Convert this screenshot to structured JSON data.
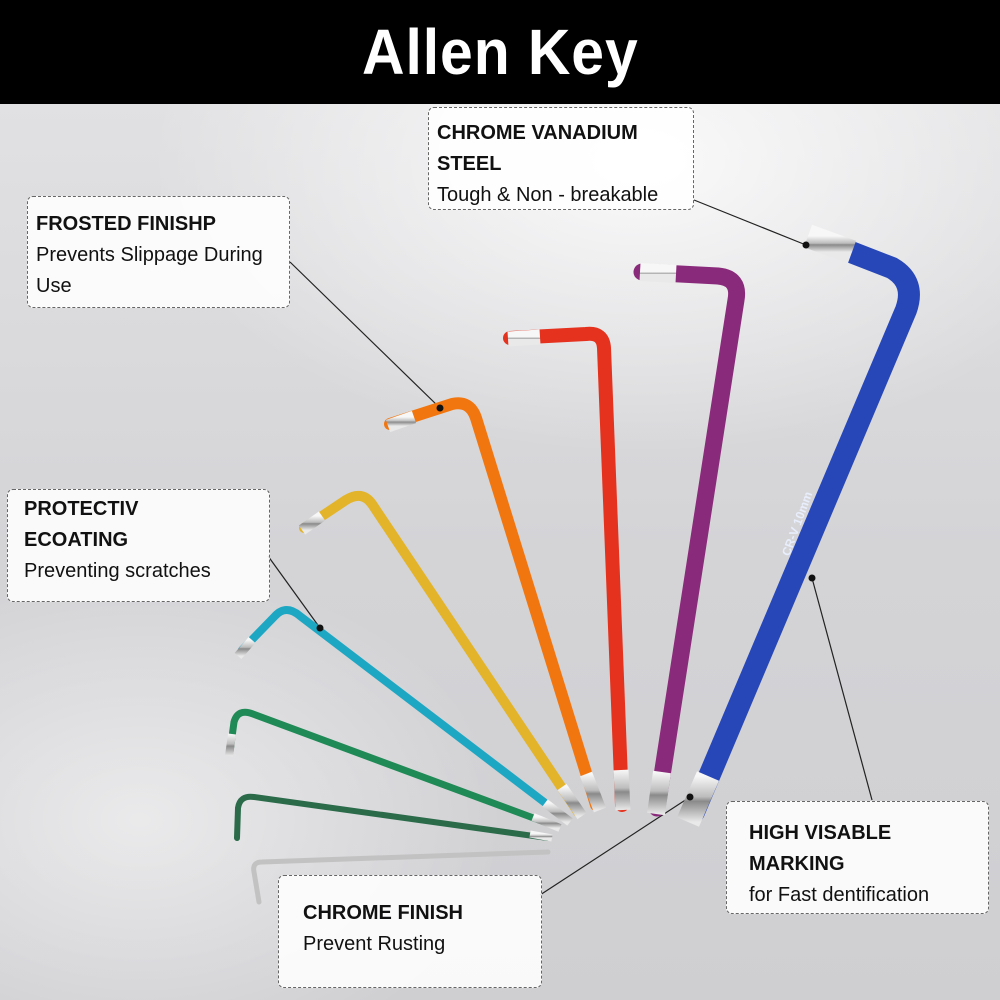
{
  "header": {
    "title": "Allen Key"
  },
  "callouts": {
    "chrome_vanadium": {
      "title": "CHROME VANADIUM STEEL",
      "text": "Tough & Non - breakable"
    },
    "frosted_finish": {
      "title": "FROSTED FINISHP",
      "text": "Prevents Slippage During Use"
    },
    "protective_coating": {
      "title": "PROTECTIV ECOATING",
      "text": "Preventing scratches"
    },
    "high_visible_marking": {
      "title": "HIGH VISABLE MARKING",
      "text": "for Fast dentification"
    },
    "chrome_finish": {
      "title": "CHROME FINISH",
      "text": "Prevent Rusting"
    }
  },
  "marking_text": "CR-V 10mm",
  "colors": {
    "header_bg": "#000000",
    "key_blue": "#2747b8",
    "key_purple": "#8a2a7a",
    "key_red": "#e5321e",
    "key_orange": "#f2760f",
    "key_yellow": "#e3b42a",
    "key_cyan": "#1ea7c3",
    "key_green": "#1f8a55",
    "key_dark_green": "#2b6b4a",
    "key_silver": "#c2c2c2"
  }
}
